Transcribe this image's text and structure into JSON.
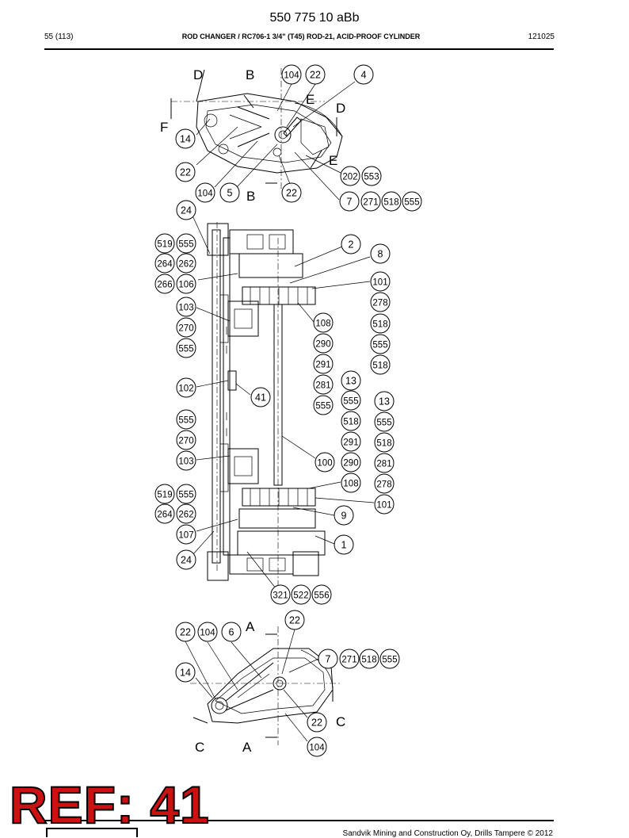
{
  "header": {
    "doc_number": "550 775 10 aBb",
    "page": "55 (113)",
    "title": "ROD CHANGER / RC706-1 3/4\" (T45) ROD-21, ACID-PROOF CYLINDER",
    "date": "121025"
  },
  "footer": {
    "text": "Sandvik Mining and Construction Oy, Drills Tampere © 2012"
  },
  "stamp": {
    "text": "REF: 41",
    "color": "#cc1111"
  },
  "drawing": {
    "top_view": {
      "section_letters": [
        "D",
        "B",
        "E",
        "D",
        "F",
        "E",
        "B"
      ],
      "balloons": [
        "104",
        "22",
        "4",
        "14",
        "22",
        "202",
        "553",
        "104",
        "5",
        "22",
        "7",
        "271",
        "518",
        "555"
      ]
    },
    "side_view": {
      "balloons": [
        "24",
        "519",
        "555",
        "2",
        "8",
        "264",
        "262",
        "266",
        "106",
        "101",
        "278",
        "103",
        "270",
        "555",
        "108",
        "290",
        "291",
        "518",
        "555",
        "281",
        "518",
        "555",
        "13",
        "555",
        "102",
        "41",
        "13",
        "555",
        "518",
        "291",
        "290",
        "108",
        "555",
        "270",
        "103",
        "100",
        "518",
        "281",
        "278",
        "101",
        "519",
        "555",
        "264",
        "262",
        "9",
        "107",
        "1",
        "24",
        "321",
        "522",
        "556"
      ]
    },
    "bottom_view": {
      "section_letters": [
        "A",
        "C",
        "C",
        "A"
      ],
      "balloons": [
        "22",
        "22",
        "104",
        "6",
        "7",
        "271",
        "518",
        "555",
        "14",
        "22",
        "104"
      ]
    }
  }
}
